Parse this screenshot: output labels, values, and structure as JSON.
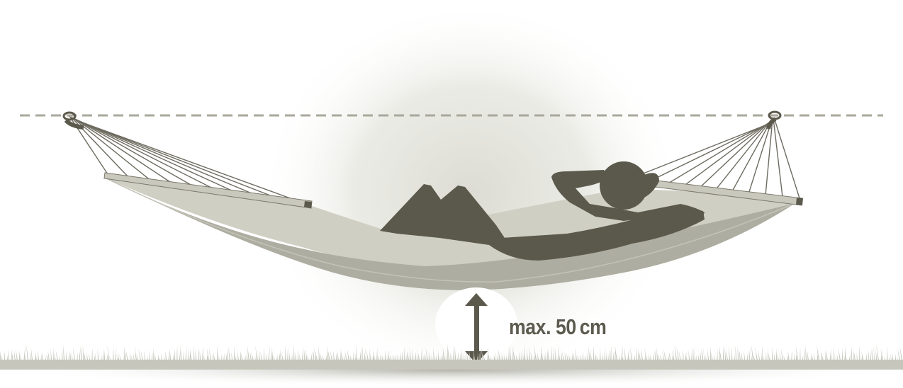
{
  "measurement": {
    "label": "max. 50 cm"
  },
  "colors": {
    "figure": "#5b594c",
    "hammock_top": "#ccccc0",
    "hammock_bottom": "#aeada0",
    "bar": "#c9c8bc",
    "guide_line": "#a9a89c",
    "grass": "#c6c6bd"
  },
  "icons": [
    "dashed-guide-line",
    "hammock",
    "person-silhouette",
    "spreader-bar",
    "double-arrow",
    "grass"
  ]
}
